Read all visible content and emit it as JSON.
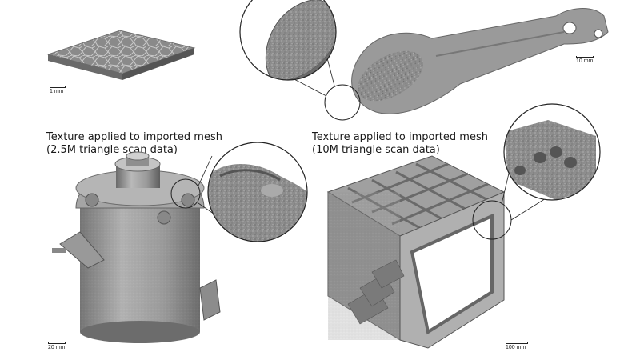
{
  "captions": {
    "bottom_left": [
      "Texture applied to imported mesh",
      "(2.5M triangle scan data)"
    ],
    "bottom_right": [
      "Texture applied to imported mesh",
      "(10M triangle scan data)"
    ]
  },
  "scale_bars": {
    "tile": "1 mm",
    "bracket": "10 mm",
    "alternator": "20 mm",
    "housing": "100 mm"
  },
  "icons": {
    "tile": "textured-tile-render",
    "bracket": "textured-bracket-render",
    "alternator": "textured-alternator-render",
    "housing": "textured-housing-render"
  }
}
